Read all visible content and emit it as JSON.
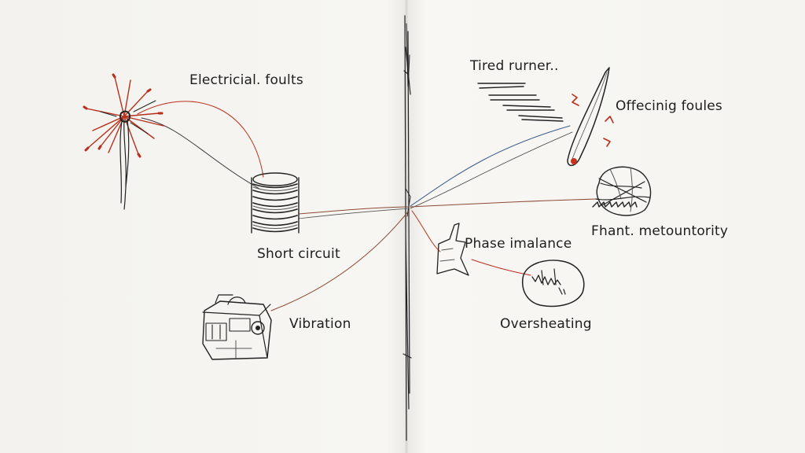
{
  "colors": {
    "paper": "#f5f4f0",
    "ink": "#1d1d1d",
    "accent_red": "#b8301d",
    "accent_blue": "#3d5c8a",
    "accent_brown": "#8a4a36"
  },
  "labels": {
    "electrical_faults": "Electricial. foults",
    "short_circuit": "Short circuit",
    "vibration": "Vibration",
    "tired_runner": "Tired rurner..",
    "offecinig_foules": "Offecinig foules",
    "phant_metountority": "Fhant. metountority",
    "phase_imbalance": "Phase imalance",
    "overheating": "Oversheating"
  },
  "icons": [
    "spark-burst-icon",
    "coil-icon",
    "motor-icon",
    "speed-lines-icon",
    "needle-icon",
    "tangled-ball-icon",
    "flag-icon",
    "blob-icon"
  ]
}
